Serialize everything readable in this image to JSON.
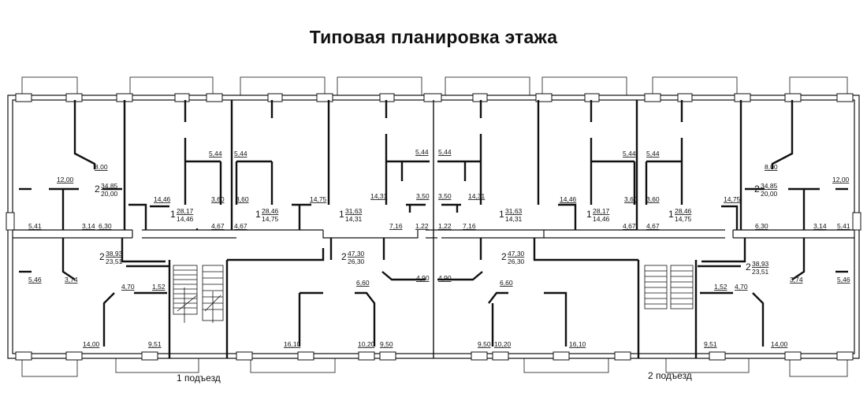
{
  "title": "Типовая планировка этажа",
  "entrances": [
    "1 подъезд",
    "2 подъезд"
  ],
  "room_labels": [
    "8,00",
    "12,00",
    "5,41",
    "3,14",
    "6,30",
    "5,46",
    "3,74",
    "4,70",
    "1,52",
    "14,00",
    "9,51",
    "14,46",
    "5,44",
    "3,60",
    "4,67",
    "5,44",
    "3,60",
    "14,75",
    "4,67",
    "5,44",
    "14,31",
    "3,50",
    "7,16",
    "1,22",
    "6,60",
    "4,90",
    "16,10",
    "10,20",
    "9,50",
    "5,44",
    "3,50",
    "14,31",
    "1,22",
    "7,16",
    "6,60",
    "4,90",
    "9,50",
    "10,20",
    "16,10",
    "14,46",
    "5,44",
    "3,60",
    "4,67",
    "5,44",
    "3,60",
    "14,75",
    "4,67",
    "8,00",
    "12,00",
    "6,30",
    "3,14",
    "5,41",
    "5,46",
    "3,74",
    "4,70",
    "1,52",
    "14,00",
    "9,51"
  ],
  "apartments": [
    {
      "rooms": "2",
      "total": "34,85",
      "living": "20,00"
    },
    {
      "rooms": "1",
      "total": "28,17",
      "living": "14,46"
    },
    {
      "rooms": "1",
      "total": "28,46",
      "living": "14,75"
    },
    {
      "rooms": "1",
      "total": "31,63",
      "living": "14,31"
    },
    {
      "rooms": "1",
      "total": "31,63",
      "living": "14,31"
    },
    {
      "rooms": "1",
      "total": "28,17",
      "living": "14,46"
    },
    {
      "rooms": "1",
      "total": "28,46",
      "living": "14,75"
    },
    {
      "rooms": "2",
      "total": "34,85",
      "living": "20,00"
    },
    {
      "rooms": "2",
      "total": "38,93",
      "living": "23,51"
    },
    {
      "rooms": "2",
      "total": "47,30",
      "living": "26,30"
    },
    {
      "rooms": "2",
      "total": "47,30",
      "living": "26,30"
    },
    {
      "rooms": "2",
      "total": "38,93",
      "living": "23,51"
    }
  ]
}
